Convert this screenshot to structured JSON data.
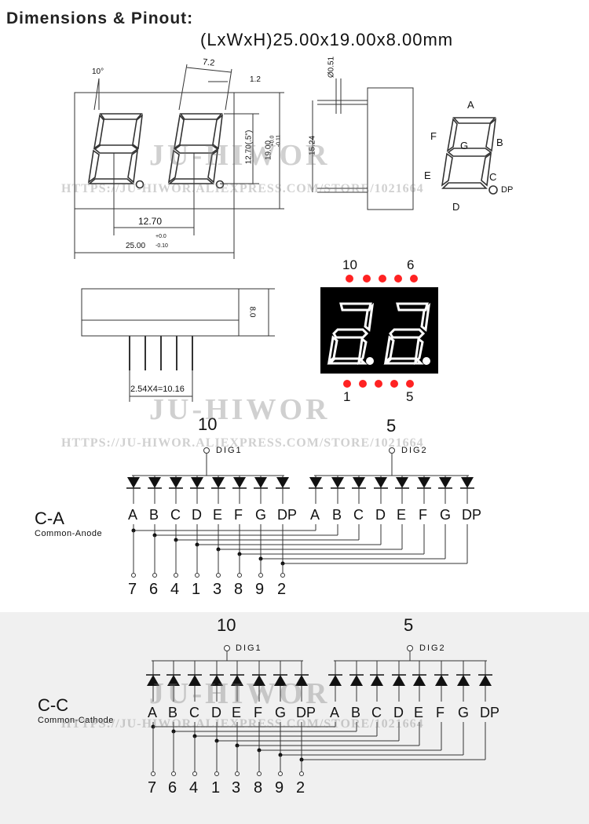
{
  "header": {
    "title": "Dimensions & Pinout:",
    "dimensions": "(LxWxH)25.00x19.00x8.00mm"
  },
  "front_view": {
    "angle": "10°",
    "digit_width": "7.2",
    "seg_width": "1.2",
    "digit_height": "12.70(.5\")",
    "height": "19.00",
    "height_tol_plus": "+0.0",
    "height_tol_minus": "-0.11",
    "pitch": "12.70",
    "length": "25.00",
    "length_tol_plus": "+0.0",
    "length_tol_minus": "-0.10"
  },
  "side_view": {
    "pin_diameter": "Ø0.51",
    "row_spacing": "15.24"
  },
  "segment_legend": {
    "labels": [
      "A",
      "B",
      "C",
      "D",
      "E",
      "F",
      "G",
      "DP"
    ]
  },
  "bottom_view": {
    "height": "8.0",
    "pitch": "2.54X4=10.16"
  },
  "led_photo": {
    "pin_top_left": "10",
    "pin_top_right": "6",
    "pin_bottom_left": "1",
    "pin_bottom_right": "5",
    "led_color": "#ff2222"
  },
  "common_anode": {
    "abbr": "C-A",
    "full": "Common-Anode",
    "digit1_label": "DIG1",
    "digit2_label": "DIG2",
    "digit1_pin": "10",
    "digit2_pin": "5",
    "segments": [
      "A",
      "B",
      "C",
      "D",
      "E",
      "F",
      "G",
      "DP"
    ],
    "pins": [
      "7",
      "6",
      "4",
      "1",
      "3",
      "8",
      "9",
      "2"
    ]
  },
  "common_cathode": {
    "abbr": "C-C",
    "full": "Common-Cathode",
    "digit1_label": "DIG1",
    "digit2_label": "DIG2",
    "digit1_pin": "10",
    "digit2_pin": "5",
    "segments": [
      "A",
      "B",
      "C",
      "D",
      "E",
      "F",
      "G",
      "DP"
    ],
    "pins": [
      "7",
      "6",
      "4",
      "1",
      "3",
      "8",
      "9",
      "2"
    ]
  },
  "watermark": {
    "brand": "JU-HIWOR",
    "url": "HTTPS://JU-HIWOR.ALIEXPRESS.COM/STORE/1021664"
  }
}
